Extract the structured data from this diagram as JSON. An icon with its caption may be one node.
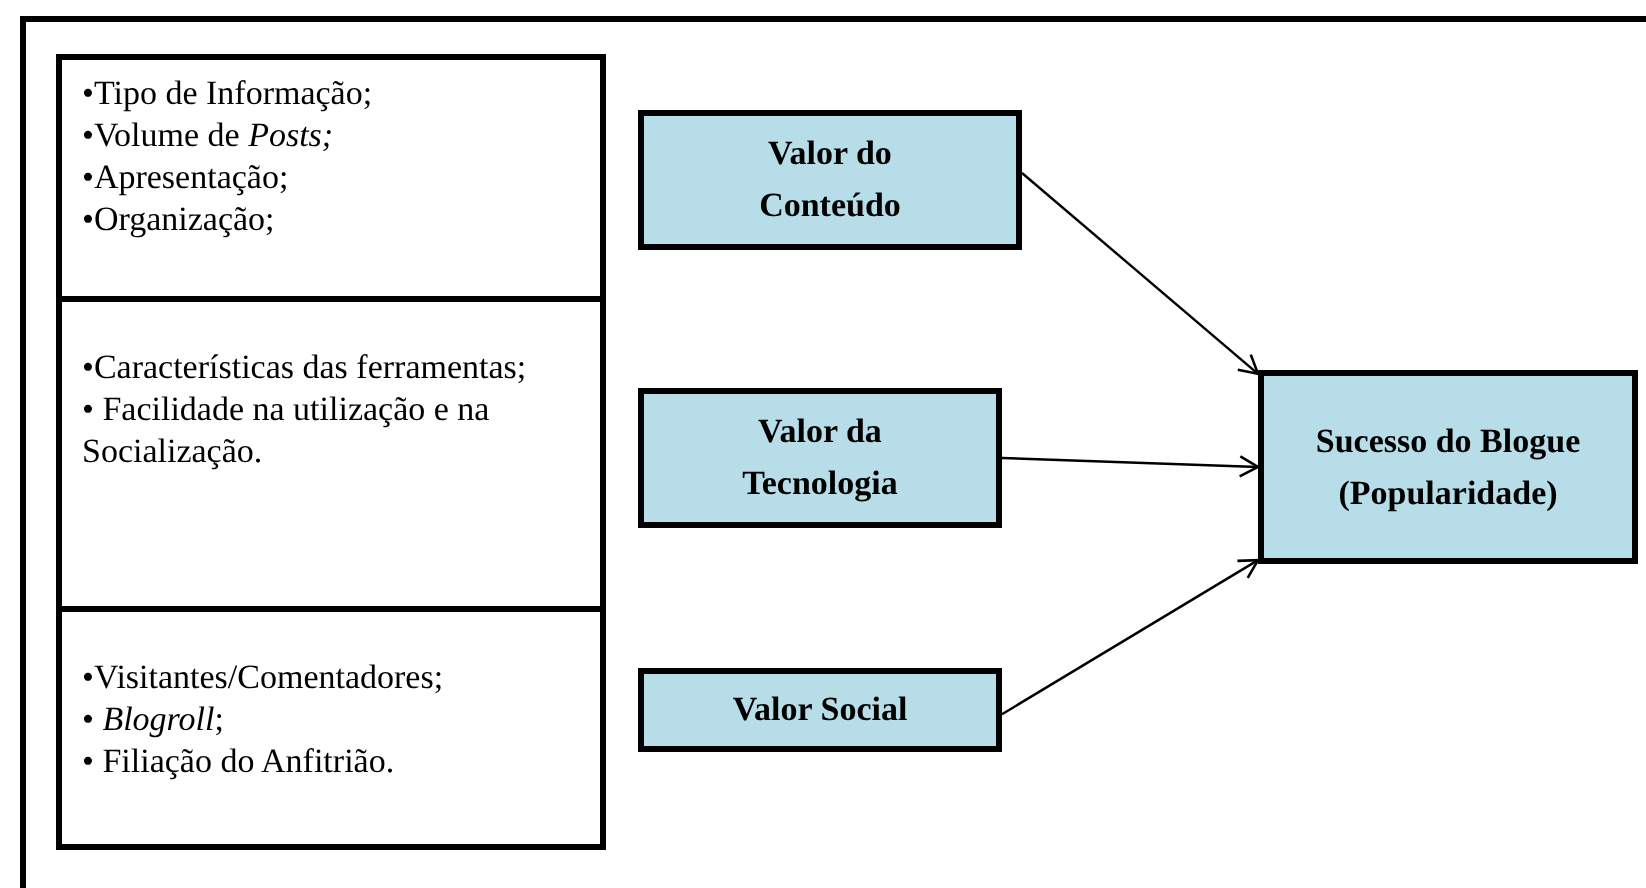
{
  "diagram": {
    "nodes": [
      {
        "text": [
          "•Tipo de Informação;",
          "•Volume de *Posts;*",
          "•Apresentação;",
          "•Organização;"
        ]
      },
      {
        "text": [
          "•Características das ferramentas;",
          "• Facilidade na utilização e na Socialização."
        ]
      },
      {
        "text": [
          "•Visitantes/Comentadores;",
          "• *Blogroll*;",
          "•  Filiação do Anfitrião."
        ]
      },
      {
        "text": [
          "Valor do Conteúdo"
        ]
      },
      {
        "text": [
          "Valor da Tecnologia"
        ]
      },
      {
        "text": [
          "Valor Social"
        ]
      },
      {
        "text": [
          "Sucesso do Blogue (Popularidade)"
        ]
      }
    ],
    "edges": [
      {
        "from": 3,
        "to": 6,
        "arrow": "to"
      },
      {
        "from": 4,
        "to": 6,
        "arrow": "to"
      },
      {
        "from": 5,
        "to": 6,
        "arrow": "to"
      }
    ]
  }
}
